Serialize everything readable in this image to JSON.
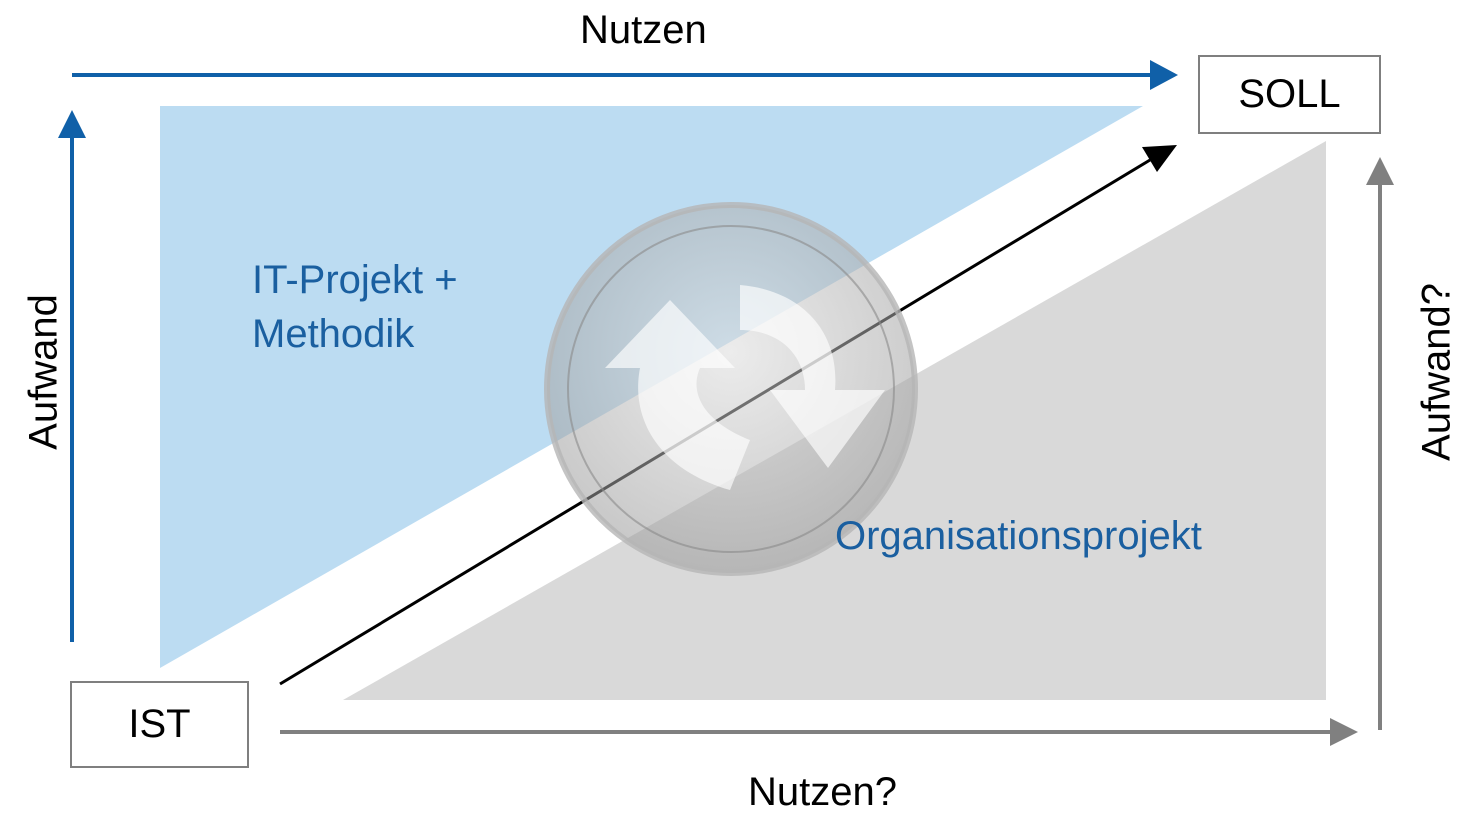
{
  "labels": {
    "top_axis": "Nutzen",
    "bottom_axis": "Nutzen?",
    "left_axis": "Aufwand",
    "right_axis": "Aufwand?",
    "it_line1": "IT-Projekt +",
    "it_line2": "Methodik",
    "org": "Organisationsprojekt",
    "ist": "IST",
    "soll": "SOLL"
  },
  "colors": {
    "blue_arrow": "#1060a8",
    "blue_text": "#1a5fa0",
    "blue_fill": "#bcdcf2",
    "gray_fill": "#d9d9d9",
    "gray_arrow": "#808080",
    "box_border": "#7f7f7f",
    "black_arrow": "#000000"
  },
  "icons": {
    "center": "refresh-icon"
  }
}
